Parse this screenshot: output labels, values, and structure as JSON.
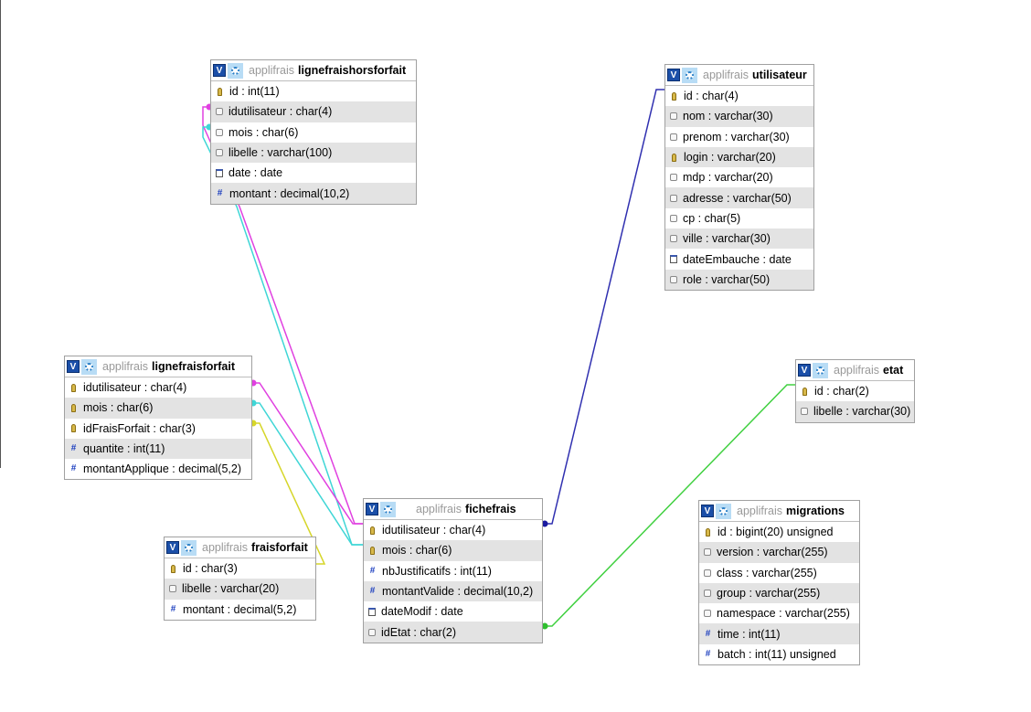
{
  "schema": "applifrais",
  "tables": [
    {
      "id": "lignefraishorsforfait",
      "name": "lignefraishorsforfait",
      "fields": [
        {
          "text": "id : int(11)",
          "icon": "key"
        },
        {
          "text": "idutilisateur : char(4)",
          "icon": "text"
        },
        {
          "text": "mois : char(6)",
          "icon": "text"
        },
        {
          "text": "libelle : varchar(100)",
          "icon": "text"
        },
        {
          "text": "date : date",
          "icon": "date"
        },
        {
          "text": "montant : decimal(10,2)",
          "icon": "number"
        }
      ]
    },
    {
      "id": "utilisateur",
      "name": "utilisateur",
      "fields": [
        {
          "text": "id : char(4)",
          "icon": "key"
        },
        {
          "text": "nom : varchar(30)",
          "icon": "text"
        },
        {
          "text": "prenom : varchar(30)",
          "icon": "text"
        },
        {
          "text": "login : varchar(20)",
          "icon": "key"
        },
        {
          "text": "mdp : varchar(20)",
          "icon": "text"
        },
        {
          "text": "adresse : varchar(50)",
          "icon": "text"
        },
        {
          "text": "cp : char(5)",
          "icon": "text"
        },
        {
          "text": "ville : varchar(30)",
          "icon": "text"
        },
        {
          "text": "dateEmbauche : date",
          "icon": "date"
        },
        {
          "text": "role : varchar(50)",
          "icon": "text"
        }
      ]
    },
    {
      "id": "lignefraisforfait",
      "name": "lignefraisforfait",
      "fields": [
        {
          "text": "idutilisateur : char(4)",
          "icon": "key"
        },
        {
          "text": "mois : char(6)",
          "icon": "key"
        },
        {
          "text": "idFraisForfait : char(3)",
          "icon": "key"
        },
        {
          "text": "quantite : int(11)",
          "icon": "number"
        },
        {
          "text": "montantApplique : decimal(5,2)",
          "icon": "number"
        }
      ]
    },
    {
      "id": "etat",
      "name": "etat",
      "fields": [
        {
          "text": "id : char(2)",
          "icon": "key"
        },
        {
          "text": "libelle : varchar(30)",
          "icon": "text"
        }
      ]
    },
    {
      "id": "fichefrais",
      "name": "fichefrais",
      "fields": [
        {
          "text": "idutilisateur : char(4)",
          "icon": "key"
        },
        {
          "text": "mois : char(6)",
          "icon": "key"
        },
        {
          "text": "nbJustificatifs : int(11)",
          "icon": "number"
        },
        {
          "text": "montantValide : decimal(10,2)",
          "icon": "number"
        },
        {
          "text": "dateModif : date",
          "icon": "date"
        },
        {
          "text": "idEtat : char(2)",
          "icon": "text"
        }
      ]
    },
    {
      "id": "fraisforfait",
      "name": "fraisforfait",
      "fields": [
        {
          "text": "id : char(3)",
          "icon": "key"
        },
        {
          "text": "libelle : varchar(20)",
          "icon": "text"
        },
        {
          "text": "montant : decimal(5,2)",
          "icon": "number"
        }
      ]
    },
    {
      "id": "migrations",
      "name": "migrations",
      "fields": [
        {
          "text": "id : bigint(20) unsigned",
          "icon": "key"
        },
        {
          "text": "version : varchar(255)",
          "icon": "text"
        },
        {
          "text": "class : varchar(255)",
          "icon": "text"
        },
        {
          "text": "group : varchar(255)",
          "icon": "text"
        },
        {
          "text": "namespace : varchar(255)",
          "icon": "text"
        },
        {
          "text": "time : int(11)",
          "icon": "number"
        },
        {
          "text": "batch : int(11) unsigned",
          "icon": "number"
        }
      ]
    }
  ],
  "relations": [
    {
      "from": "lignefraishorsforfait.idutilisateur",
      "to": "fichefrais.idutilisateur",
      "color": "#e040e0"
    },
    {
      "from": "lignefraishorsforfait.mois",
      "to": "fichefrais.mois",
      "color": "#3fd6d6"
    },
    {
      "from": "lignefraisforfait.idutilisateur",
      "to": "fichefrais.idutilisateur",
      "color": "#e040e0"
    },
    {
      "from": "lignefraisforfait.mois",
      "to": "fichefrais.mois",
      "color": "#3fd6d6"
    },
    {
      "from": "lignefraisforfait.idFraisForfait",
      "to": "fraisforfait.id",
      "color": "#d6d62a"
    },
    {
      "from": "fichefrais.idutilisateur",
      "to": "utilisateur.id",
      "color": "#3030b0"
    },
    {
      "from": "fichefrais.idEtat",
      "to": "etat.id",
      "color": "#40d040"
    }
  ]
}
